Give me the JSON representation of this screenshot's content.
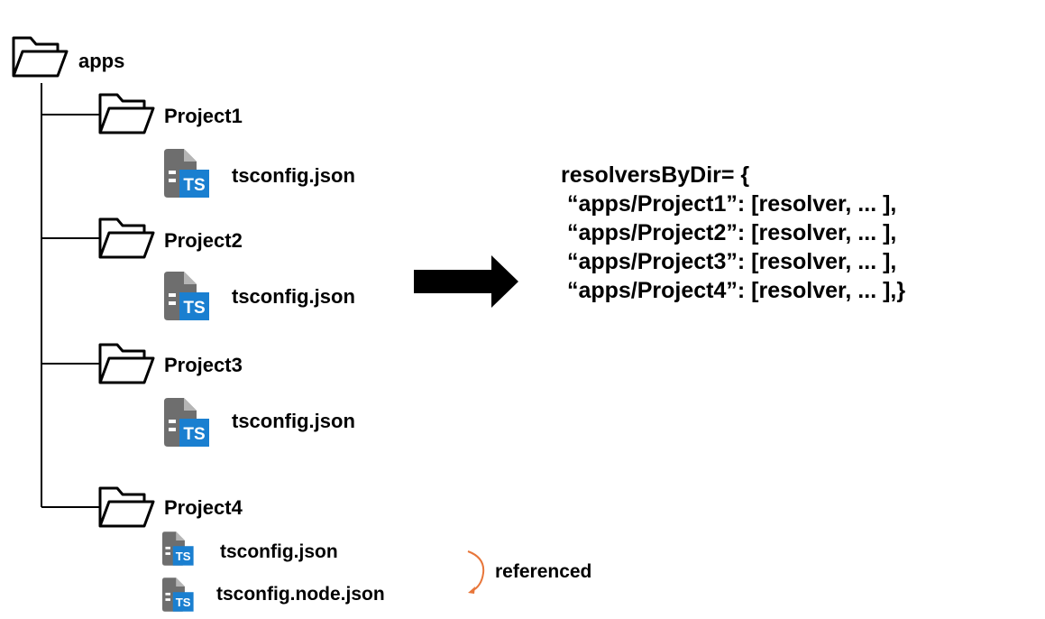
{
  "tree": {
    "root_label": "apps",
    "projects": [
      {
        "label": "Project1",
        "files": [
          "tsconfig.json"
        ]
      },
      {
        "label": "Project2",
        "files": [
          "tsconfig.json"
        ]
      },
      {
        "label": "Project3",
        "files": [
          "tsconfig.json"
        ]
      },
      {
        "label": "Project4",
        "files": [
          "tsconfig.json",
          "tsconfig.node.json"
        ]
      }
    ],
    "file_badge_text": "TS"
  },
  "annotation": {
    "referenced_label": "referenced"
  },
  "code": {
    "lines": [
      "resolversByDir= {",
      " “apps/Project1”: [resolver, ... ],",
      " “apps/Project2”: [resolver, ... ],",
      " “apps/Project3”: [resolver, ... ],",
      " “apps/Project4”: [resolver, ... ],}"
    ]
  },
  "colors": {
    "ts_blue": "#1a7fd0",
    "doc_gray": "#6e6e6e",
    "arrow_orange": "#e8763a",
    "line": "#000000"
  },
  "icons": {
    "folder": "folder-open-icon",
    "file": "typescript-file-icon",
    "arrow": "arrow-right-icon"
  }
}
